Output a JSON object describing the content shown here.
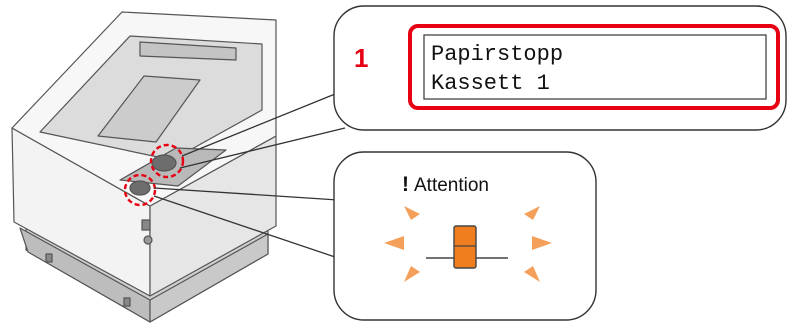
{
  "callout_number": "1",
  "display": {
    "line1": "Papirstopp",
    "line2": "Kassett 1"
  },
  "attention": {
    "symbol": "!",
    "label": "Attention"
  },
  "colors": {
    "highlight_red": "#e60012",
    "indicator_orange": "#f07d1e",
    "ray_orange": "#f5a05a",
    "printer_body": "#f2f2f2",
    "printer_shade": "#d9d9d9"
  }
}
